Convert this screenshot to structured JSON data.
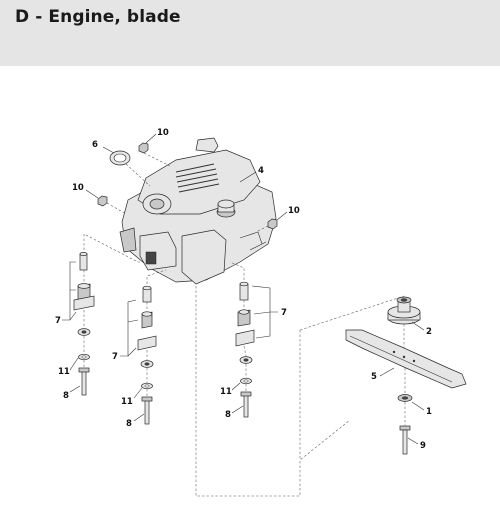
{
  "header": {
    "title": "D - Engine, blade"
  },
  "callouts": {
    "c1": "1",
    "c2": "2",
    "c4": "4",
    "c5": "5",
    "c6": "6",
    "c7a": "7",
    "c7b": "7",
    "c7c": "7",
    "c8a": "8",
    "c8b": "8",
    "c8c": "8",
    "c9": "9",
    "c10a": "10",
    "c10b": "10",
    "c10c": "10",
    "c11a": "11",
    "c11b": "11",
    "c11c": "11"
  },
  "colors": {
    "header_bg": "#e5e5e5",
    "line": "#333333"
  }
}
